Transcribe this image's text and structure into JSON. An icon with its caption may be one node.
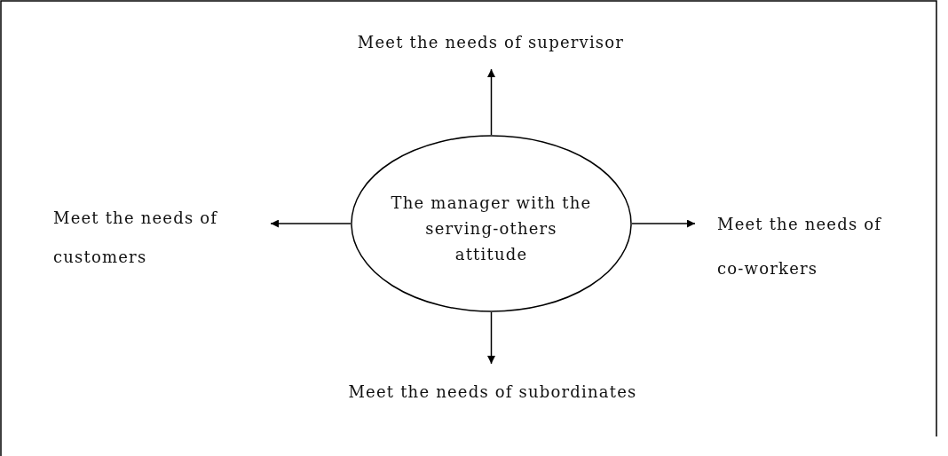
{
  "diagram": {
    "nodes": [
      {
        "text": [
          "The manager with the serving-others attitude"
        ]
      },
      {
        "text": [
          "Meet the needs of supervisor"
        ]
      },
      {
        "text": [
          "Meet the needs of customers"
        ]
      },
      {
        "text": [
          "Meet the needs of co-workers"
        ]
      },
      {
        "text": [
          "Meet the needs of subordinates"
        ]
      }
    ],
    "edges": [
      {
        "from": 0,
        "to": 1,
        "arrow": "to"
      },
      {
        "from": 0,
        "to": 2,
        "arrow": "to"
      },
      {
        "from": 0,
        "to": 3,
        "arrow": "to"
      },
      {
        "from": 0,
        "to": 4,
        "arrow": "to"
      }
    ]
  }
}
